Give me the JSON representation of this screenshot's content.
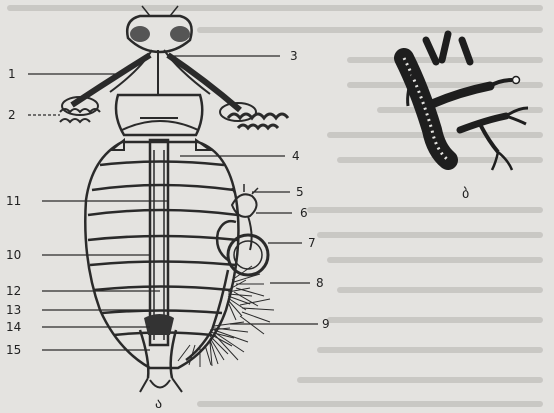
{
  "labels": {
    "l1": "1",
    "l2": "2",
    "l3": "3",
    "l4": "4",
    "l5": "5",
    "l6": "6",
    "l7": "7",
    "l8": "8",
    "l9": "9",
    "l10": "10",
    "l11": "11",
    "l12": "12",
    "l13": "13",
    "l14": "14",
    "l15": "15"
  },
  "panels": {
    "a": "ა",
    "b": "ბ"
  }
}
